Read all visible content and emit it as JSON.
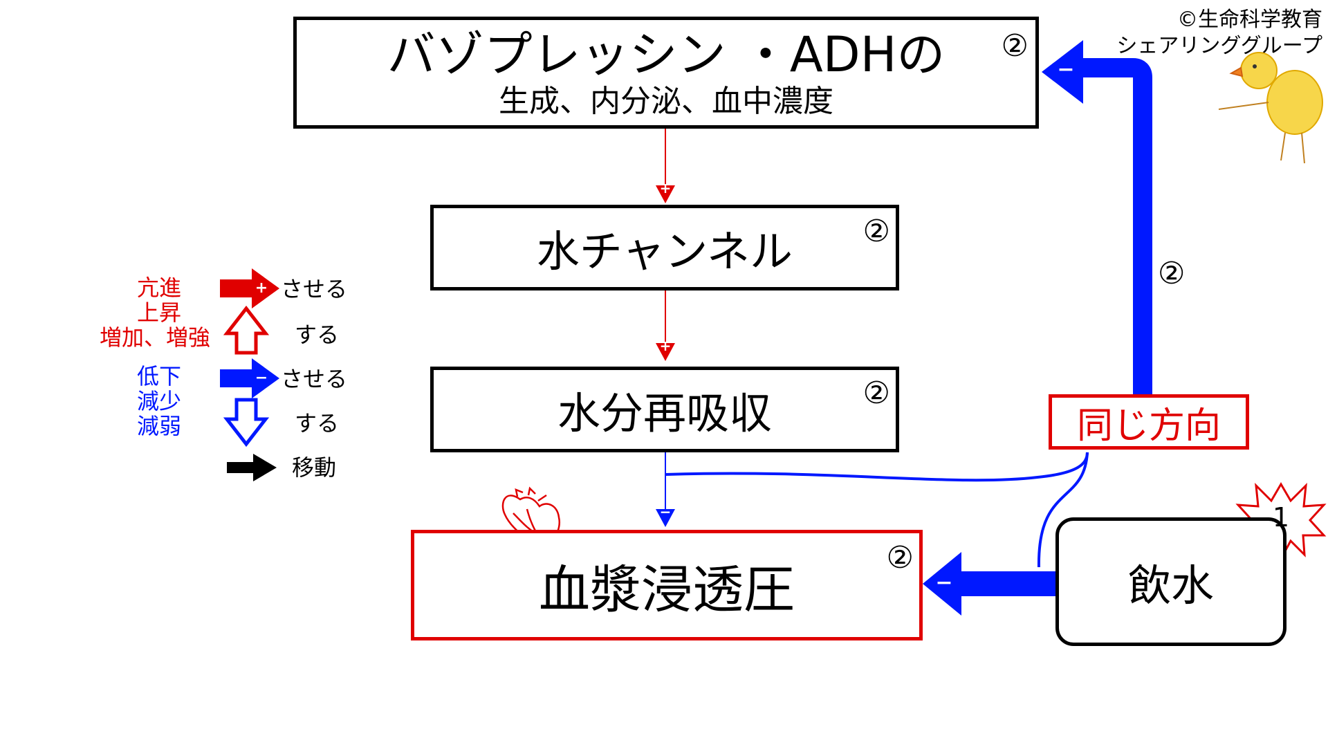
{
  "copyright": [
    "©生命科学教育",
    "シェアリンググループ"
  ],
  "boxes": {
    "adh": {
      "title": "バゾプレッシン ・ADHの",
      "subtitle": "生成、内分泌、血中濃度",
      "num": "②"
    },
    "water_channel": {
      "label": "水チャンネル",
      "num": "②"
    },
    "reabsorption": {
      "label": "水分再吸収",
      "num": "②"
    },
    "plasma_osmotic": {
      "label": "血漿浸透圧",
      "num": "②"
    },
    "drinking": {
      "label": "飲水",
      "badge": "1"
    },
    "same_direction": {
      "label": "同じ方向"
    }
  },
  "arrow_labels": {
    "feedback_num": "②"
  },
  "signs": {
    "plus": "+",
    "minus": "−"
  },
  "legend": {
    "increase_terms": [
      "亢進",
      "上昇",
      "増加、増強"
    ],
    "decrease_terms": [
      "低下",
      "減少",
      "減弱"
    ],
    "make_do": "させる",
    "do": "する",
    "move": "移動"
  },
  "colors": {
    "red": "#e00000",
    "blue": "#0018ff",
    "black": "#000000"
  }
}
